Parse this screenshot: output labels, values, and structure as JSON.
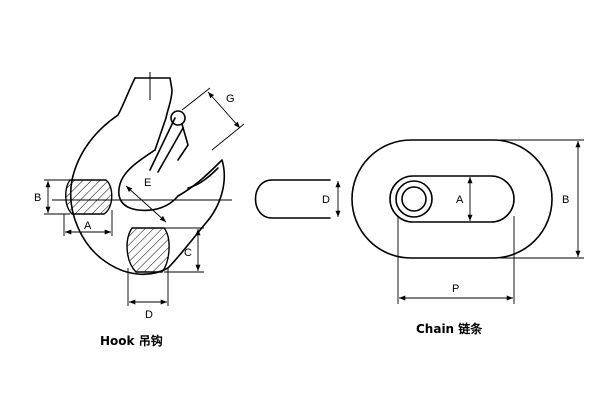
{
  "hook": {
    "caption": "Hook 吊钩",
    "dims": {
      "A": "A",
      "B": "B",
      "C": "C",
      "D": "D",
      "E": "E",
      "G": "G"
    }
  },
  "chain": {
    "caption": "Chain 链条",
    "dims": {
      "A": "A",
      "B": "B",
      "D": "D",
      "P": "P"
    }
  }
}
